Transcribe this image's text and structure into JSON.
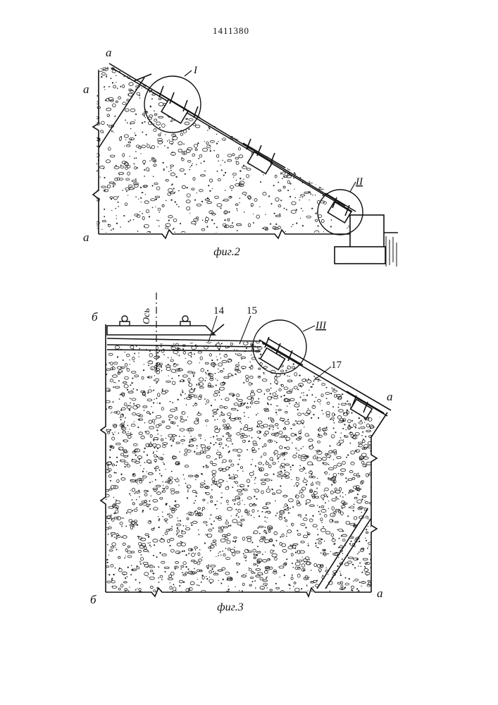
{
  "document": {
    "patent_number": "1411380"
  },
  "figure2": {
    "caption": "фиг.2",
    "labels": {
      "top": "a",
      "left_upper": "a",
      "left_lower": "a",
      "detail_1": "I",
      "detail_2": "II"
    }
  },
  "figure3": {
    "caption": "фиг.3",
    "labels": {
      "axis": "Ось",
      "top_left": "б",
      "bottom_left": "б",
      "right_mid": "a",
      "bottom_right": "a",
      "ref_14": "14",
      "ref_15": "15",
      "ref_17": "17",
      "detail_3": "III"
    }
  },
  "colors": {
    "ink": "#111111",
    "paper": "#ffffff"
  }
}
